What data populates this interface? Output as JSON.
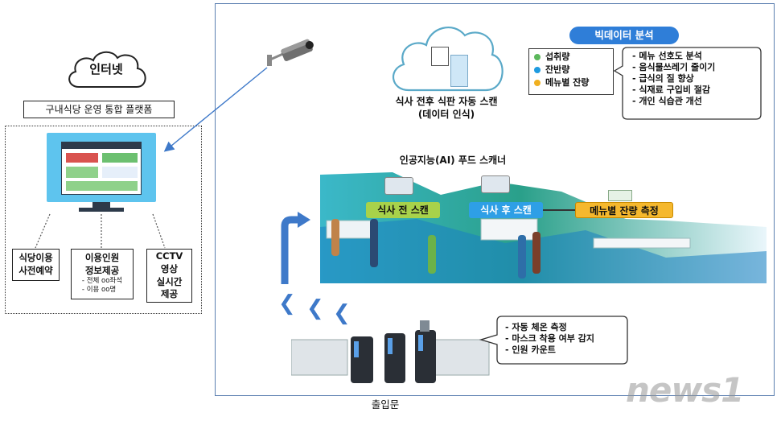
{
  "internet": {
    "cloud_label": "인터넷",
    "platform_label": "구내식당 운영 통합 플랫폼"
  },
  "services": [
    {
      "label": "식당이용\n사전예약"
    },
    {
      "label": "이용인원\n정보제공",
      "sub": "- 전체 oo좌석\n- 이용 oo명"
    },
    {
      "label": "CCTV\n영상\n실시간\n제공"
    }
  ],
  "scan": {
    "caption_line1": "식사 전후 식판 자동 스캔",
    "caption_line2": "(데이터 인식)"
  },
  "big_data": {
    "badge": "빅데이터 분석",
    "legend": [
      {
        "label": "섭취량",
        "color": "#5cb85c"
      },
      {
        "label": "잔반량",
        "color": "#1e9be0"
      },
      {
        "label": "메뉴별 잔량",
        "color": "#f0b020"
      }
    ],
    "benefits": [
      "- 메뉴 선호도 분석",
      "- 음식물쓰레기 줄이기",
      "- 급식의 질 향상",
      "- 식재료 구입비 절감",
      "- 개인 식습관 개선"
    ]
  },
  "ai_scanner": {
    "title": "인공지능(AI) 푸드 스캐너",
    "before_tag": "식사 전 스캔",
    "after_tag": "식사 후 스캔",
    "leftover_tag": "메뉴별 잔량 측정",
    "colors": {
      "before": "#a8d24a",
      "after": "#2e9fe6",
      "leftover": "#f5b82e"
    }
  },
  "gate": {
    "features": [
      "- 자동 체온 측정",
      "- 마스크 착용 여부 감지",
      "- 인원 카운트"
    ],
    "label": "출입문"
  },
  "watermark": "news1"
}
